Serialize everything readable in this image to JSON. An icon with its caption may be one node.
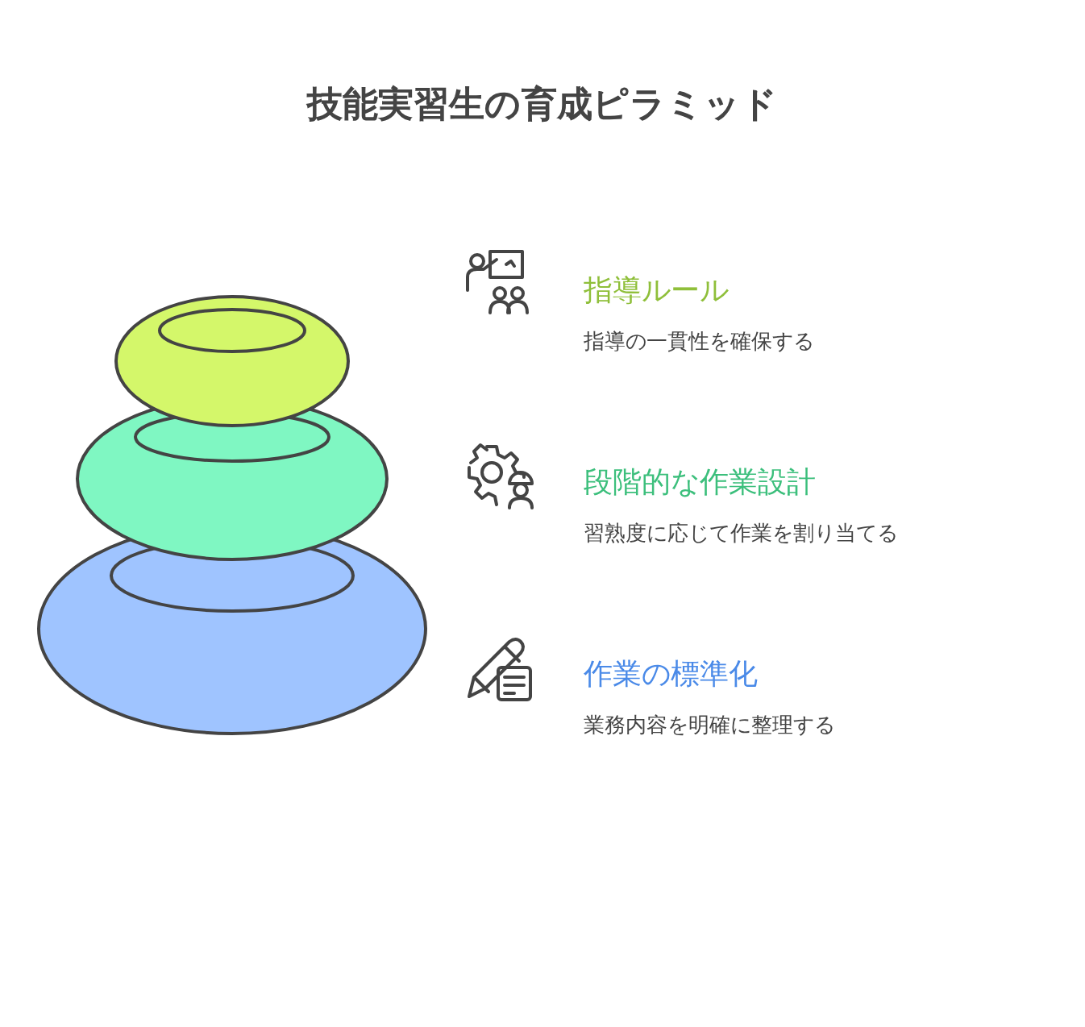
{
  "diagram": {
    "title": "技能実習生の育成ピラミッド",
    "nodes": [
      {
        "text": [],
        "shape": "ring",
        "beside": [
          "指導ルール",
          "指導の一貫性を確保する"
        ]
      },
      {
        "text": [],
        "shape": "ring",
        "beside": [
          "段階的な作業設計",
          "習熟度に応じて作業を割り当てる"
        ]
      },
      {
        "text": [],
        "shape": "ring",
        "beside": [
          "作業の標準化",
          "業務内容を明確に整理する"
        ]
      }
    ]
  }
}
